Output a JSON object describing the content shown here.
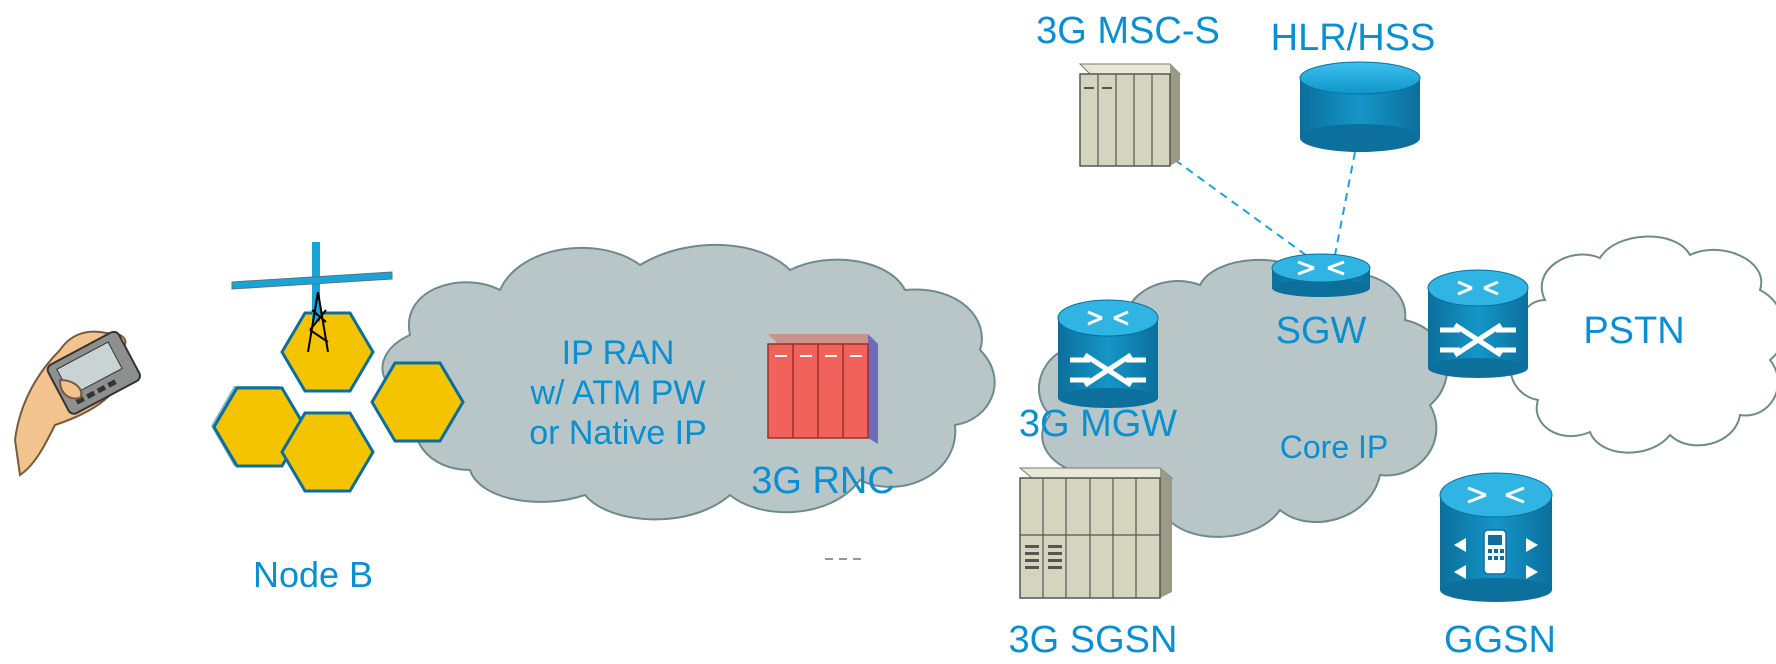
{
  "colors": {
    "label_blue": "#0a8fd1",
    "cloud_gray": "#b8c6c7",
    "device_blue": "#1aa3d6",
    "hex_gold": "#f5c400",
    "rnc_red": "#f0625a",
    "rack_beige": "#d4d4bf"
  },
  "labels": {
    "node_b": "Node B",
    "ip_ran_line1": "IP RAN",
    "ip_ran_line2": "w/ ATM PW",
    "ip_ran_line3": "or Native IP",
    "rnc": "3G RNC",
    "mgw": "3G MGW",
    "sgsn": "3G SGSN",
    "msc_s": "3G MSC-S",
    "hlr_hss": "HLR/HSS",
    "sgw": "SGW",
    "core_ip": "Core IP",
    "pstn": "PSTN",
    "ggsn": "GGSN"
  },
  "icons": {
    "handset": "handset-icon",
    "tower": "cell-tower-icon",
    "router": "router-icon",
    "switch": "switch-icon",
    "database": "database-icon",
    "rack": "server-rack-icon",
    "cloud": "cloud-icon",
    "gateway_phone": "mobile-gateway-icon"
  }
}
